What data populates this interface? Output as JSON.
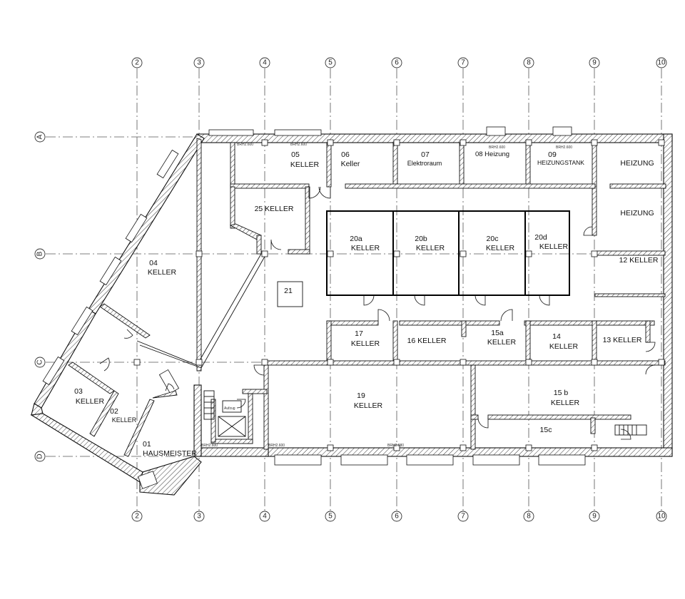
{
  "grid": {
    "columns": [
      "2",
      "3",
      "4",
      "5",
      "6",
      "7",
      "8",
      "9",
      "10"
    ],
    "rows": [
      "A",
      "B",
      "C",
      "D"
    ]
  },
  "rooms": [
    {
      "id": "r05",
      "lines": [
        "05",
        "KELLER"
      ]
    },
    {
      "id": "r06",
      "lines": [
        "06",
        "Keller"
      ]
    },
    {
      "id": "r07",
      "lines": [
        "07",
        "Elektroraum"
      ]
    },
    {
      "id": "r08",
      "lines": [
        "08 Heizung"
      ]
    },
    {
      "id": "r09",
      "lines": [
        "09",
        "HEIZUNGSTANK"
      ]
    },
    {
      "id": "rheiz1",
      "lines": [
        "HEIZUNG"
      ]
    },
    {
      "id": "rheiz2",
      "lines": [
        "HEIZUNG"
      ]
    },
    {
      "id": "r25",
      "lines": [
        "25 KELLER"
      ]
    },
    {
      "id": "r20a",
      "lines": [
        "20a",
        "KELLER"
      ]
    },
    {
      "id": "r20b",
      "lines": [
        "20b",
        "KELLER"
      ]
    },
    {
      "id": "r20c",
      "lines": [
        "20c",
        "KELLER"
      ]
    },
    {
      "id": "r20d",
      "lines": [
        "20d",
        "KELLER"
      ]
    },
    {
      "id": "r12",
      "lines": [
        "12 KELLER"
      ]
    },
    {
      "id": "r04",
      "lines": [
        "04",
        "KELLER"
      ]
    },
    {
      "id": "r21",
      "lines": [
        "21"
      ]
    },
    {
      "id": "r17",
      "lines": [
        "17",
        "KELLER"
      ]
    },
    {
      "id": "r16",
      "lines": [
        "16 KELLER"
      ]
    },
    {
      "id": "r15a",
      "lines": [
        "15a",
        "KELLER"
      ]
    },
    {
      "id": "r14",
      "lines": [
        "14",
        "KELLER"
      ]
    },
    {
      "id": "r13",
      "lines": [
        "13 KELLER"
      ]
    },
    {
      "id": "r19",
      "lines": [
        "19",
        "KELLER"
      ]
    },
    {
      "id": "r15b",
      "lines": [
        "15 b",
        "KELLER"
      ]
    },
    {
      "id": "r15c",
      "lines": [
        "15c"
      ]
    },
    {
      "id": "r03",
      "lines": [
        "03",
        "KELLER"
      ]
    },
    {
      "id": "r02",
      "lines": [
        "02",
        "KELLER"
      ]
    },
    {
      "id": "r01",
      "lines": [
        "01",
        "HAUSMEISTER"
      ]
    }
  ],
  "annotations": {
    "brh": "BRH2.600",
    "brh_alt": "BRH2.680",
    "lift": "Aufzug"
  }
}
